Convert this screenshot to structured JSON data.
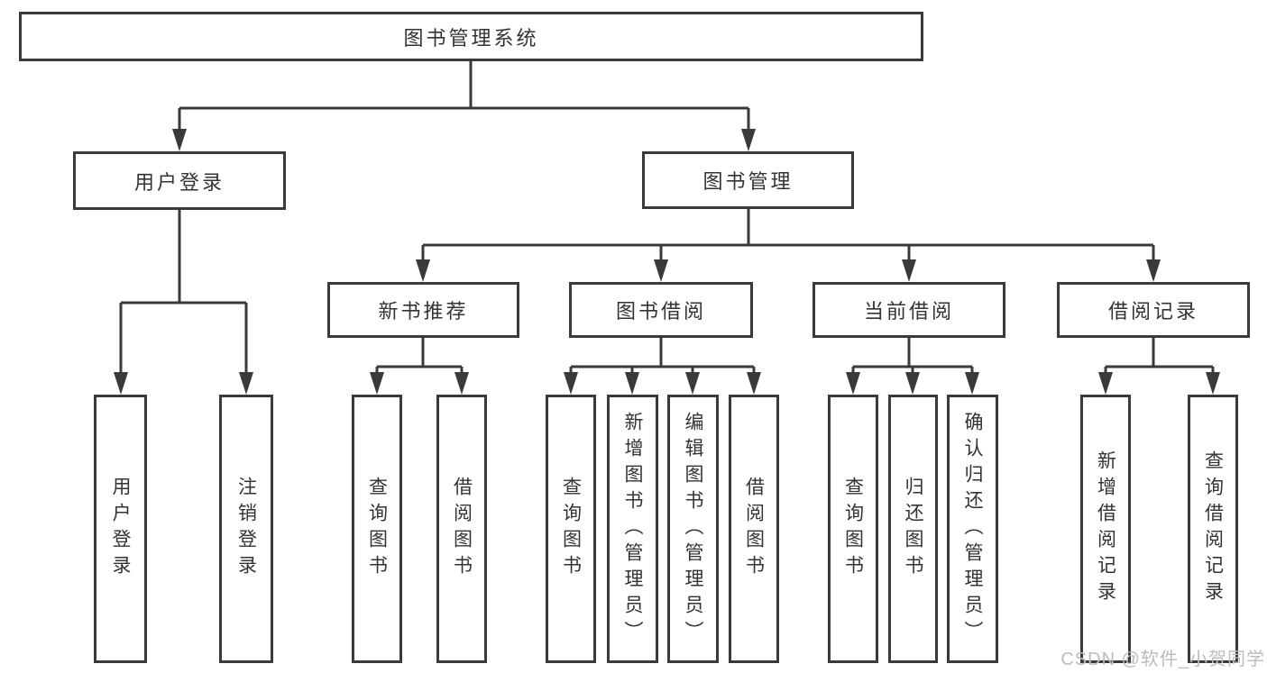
{
  "diagram": {
    "root": {
      "label": "图书管理系统"
    },
    "branches": [
      {
        "label": "用户登录",
        "children": [
          {
            "label": "用户登录"
          },
          {
            "label": "注销登录"
          }
        ]
      },
      {
        "label": "图书管理",
        "children": [
          {
            "label": "新书推荐",
            "children": [
              {
                "label": "查询图书"
              },
              {
                "label": "借阅图书"
              }
            ]
          },
          {
            "label": "图书借阅",
            "children": [
              {
                "label": "查询图书"
              },
              {
                "label": "新增图书（管理员）"
              },
              {
                "label": "编辑图书（管理员）"
              },
              {
                "label": "借阅图书"
              }
            ]
          },
          {
            "label": "当前借阅",
            "children": [
              {
                "label": "查询图书"
              },
              {
                "label": "归还图书"
              },
              {
                "label": "确认归还（管理员）"
              }
            ]
          },
          {
            "label": "借阅记录",
            "children": [
              {
                "label": "新增借阅记录"
              },
              {
                "label": "查询借阅记录"
              }
            ]
          }
        ]
      }
    ],
    "watermark": "CSDN @软件_小贺同学"
  },
  "colors": {
    "line": "#3a3a3a",
    "text": "#333333",
    "watermark": "#bcbcbc",
    "background": "#ffffff"
  }
}
